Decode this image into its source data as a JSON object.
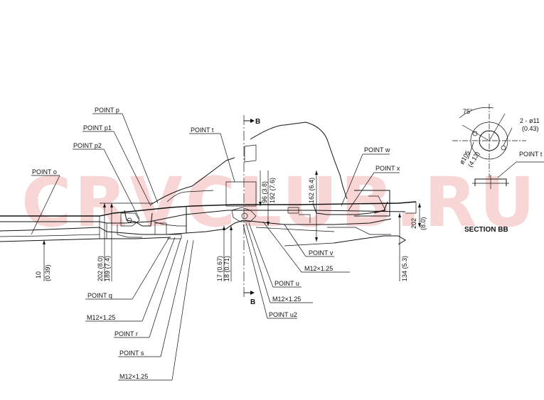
{
  "watermark": "CRVCLUB.RU",
  "section_marks": {
    "top": "B",
    "bottom": "B"
  },
  "points": {
    "p": "POINT p",
    "p1": "POINT p1",
    "p2": "POINT p2",
    "o": "POINT o",
    "t": "POINT t",
    "w": "POINT w",
    "x": "POINT x",
    "v": "POINT v",
    "u": "POINT u",
    "u2": "POINT u2",
    "q": "POINT q",
    "r": "POINT r",
    "s": "POINT s"
  },
  "threads": {
    "center_1": "M12×1.25",
    "center_2": "M12×1.25",
    "left_1": "M12×1.25",
    "left_2": "M12×1.25"
  },
  "dimensions": {
    "d10": "10",
    "d10_in": "(0.39)",
    "d202_left": "202 (8.0)",
    "d189": "189 (7.4)",
    "d17": "17 (0.67)",
    "d18": "18 (0.71)",
    "d96": "96 (3.8)",
    "d192": "192 (7.6)",
    "d162": "162 (6.4)",
    "d134": "134 (5.3)",
    "d202_right": "202",
    "d202_right_in": "(8.0)"
  },
  "section_bb": {
    "title": "SECTION BB",
    "angle": "75°",
    "holes": "2 - ø11",
    "holes_in": "(0.43)",
    "diameter": "ø105",
    "diameter_in": "(4.13)",
    "point": "POINT t"
  }
}
